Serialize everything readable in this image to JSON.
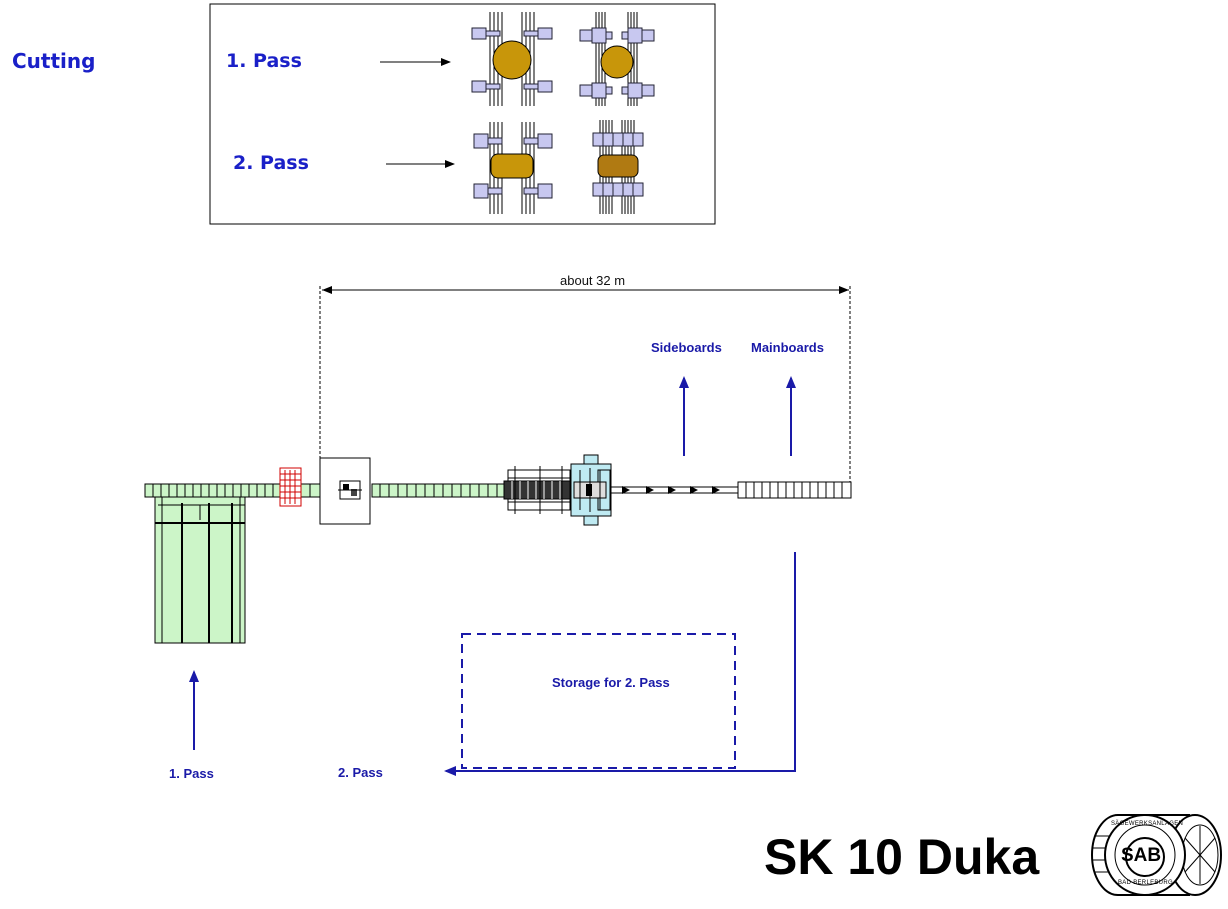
{
  "header": {
    "section_label": "Cutting",
    "pass1_label": "1. Pass",
    "pass2_label": "2. Pass"
  },
  "layout": {
    "dimension_label": "about 32 m",
    "sideboards_label": "Sideboards",
    "mainboards_label": "Mainboards",
    "storage_label": "Storage for 2. Pass",
    "infeed_pass1_label": "1. Pass",
    "infeed_pass2_label": "2. Pass"
  },
  "footer": {
    "title": "SK 10 Duka",
    "logo_text": "SAB",
    "logo_ring_top": "SÄGEWERKSANLAGEN",
    "logo_ring_bottom": "BAD BERLEBURG"
  },
  "colors": {
    "accent_blue": "#1a20c8",
    "log_gold": "#c8960a",
    "conveyor_green": "#ccf5c8",
    "saw_cyan": "#bfeaf2",
    "saw_blue": "#c8c8f0"
  }
}
